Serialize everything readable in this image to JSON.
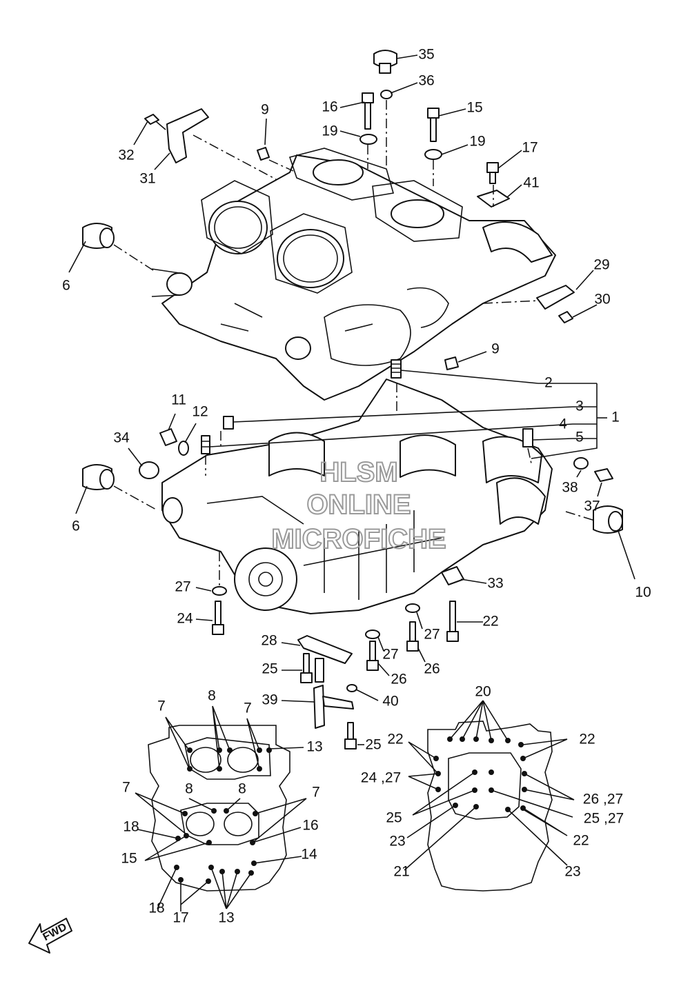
{
  "labels": [
    {
      "id": "35",
      "text": "35"
    },
    {
      "id": "36",
      "text": "36"
    },
    {
      "id": "16",
      "text": "16"
    },
    {
      "id": "15",
      "text": "15"
    },
    {
      "id": "19a",
      "text": "19"
    },
    {
      "id": "19b",
      "text": "19"
    },
    {
      "id": "9a",
      "text": "9"
    },
    {
      "id": "17",
      "text": "17"
    },
    {
      "id": "41",
      "text": "41"
    },
    {
      "id": "32",
      "text": "32"
    },
    {
      "id": "31",
      "text": "31"
    },
    {
      "id": "6a",
      "text": "6"
    },
    {
      "id": "29",
      "text": "29"
    },
    {
      "id": "30",
      "text": "30"
    },
    {
      "id": "9b",
      "text": "9"
    },
    {
      "id": "2",
      "text": "2"
    },
    {
      "id": "3",
      "text": "3"
    },
    {
      "id": "1",
      "text": "1"
    },
    {
      "id": "4",
      "text": "4"
    },
    {
      "id": "5",
      "text": "5"
    },
    {
      "id": "11",
      "text": "11"
    },
    {
      "id": "12",
      "text": "12"
    },
    {
      "id": "34",
      "text": "34"
    },
    {
      "id": "38",
      "text": "38"
    },
    {
      "id": "37",
      "text": "37"
    },
    {
      "id": "6b",
      "text": "6"
    },
    {
      "id": "10",
      "text": "10"
    },
    {
      "id": "27a",
      "text": "27"
    },
    {
      "id": "33",
      "text": "33"
    },
    {
      "id": "24",
      "text": "24"
    },
    {
      "id": "22a",
      "text": "22"
    },
    {
      "id": "27b",
      "text": "27"
    },
    {
      "id": "28",
      "text": "28"
    },
    {
      "id": "27c",
      "text": "27"
    },
    {
      "id": "26a",
      "text": "26"
    },
    {
      "id": "25a",
      "text": "25"
    },
    {
      "id": "26b",
      "text": "26"
    },
    {
      "id": "39",
      "text": "39"
    },
    {
      "id": "40",
      "text": "40"
    },
    {
      "id": "25b",
      "text": "25"
    },
    {
      "id": "7a",
      "text": "7"
    },
    {
      "id": "8a",
      "text": "8"
    },
    {
      "id": "7b",
      "text": "7"
    },
    {
      "id": "13a",
      "text": "13"
    },
    {
      "id": "7c",
      "text": "7"
    },
    {
      "id": "8b",
      "text": "8"
    },
    {
      "id": "8c",
      "text": "8"
    },
    {
      "id": "7d",
      "text": "7"
    },
    {
      "id": "18a",
      "text": "18"
    },
    {
      "id": "16b",
      "text": "16"
    },
    {
      "id": "15b",
      "text": "15"
    },
    {
      "id": "14",
      "text": "14"
    },
    {
      "id": "18b",
      "text": "18"
    },
    {
      "id": "17b",
      "text": "17"
    },
    {
      "id": "13b",
      "text": "13"
    },
    {
      "id": "20",
      "text": "20"
    },
    {
      "id": "22b",
      "text": "22"
    },
    {
      "id": "22c",
      "text": "22"
    },
    {
      "id": "2427",
      "text": "24 ,27"
    },
    {
      "id": "2627",
      "text": "26 ,27"
    },
    {
      "id": "25c",
      "text": "25"
    },
    {
      "id": "2527",
      "text": "25 ,27"
    },
    {
      "id": "23a",
      "text": "23"
    },
    {
      "id": "22d",
      "text": "22"
    },
    {
      "id": "21",
      "text": "21"
    },
    {
      "id": "23b",
      "text": "23"
    }
  ],
  "watermark": {
    "line1": "HLSM",
    "line2": "ONLINE",
    "line3": "MICROFICHE"
  },
  "fwd_label": "FWD"
}
